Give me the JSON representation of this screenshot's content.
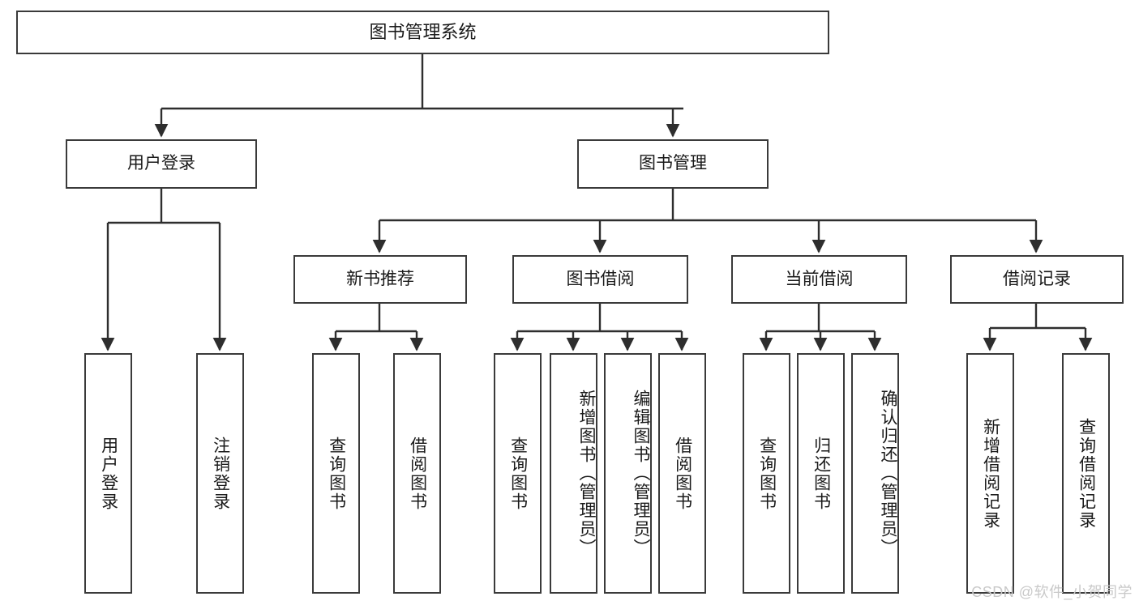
{
  "diagram": {
    "title": "图书管理系统",
    "watermark": "CSDN @软件_小贺同学",
    "colors": {
      "box_border": "#3a3a3a",
      "edge": "#2e2e2e",
      "background": "#ffffff",
      "text": "#1a1a1a",
      "watermark": "#c9c9c9"
    },
    "nodes": {
      "root": "图书管理系统",
      "l2": {
        "user_login": "用户登录",
        "book_manage": "图书管理"
      },
      "l3": {
        "new_book_rec": "新书推荐",
        "book_borrow": "图书借阅",
        "current_borrow": "当前借阅",
        "borrow_record": "借阅记录"
      },
      "leaves": {
        "user_login_1": "用户登录",
        "user_login_2": "注销登录",
        "new_book_rec_1": "查询图书",
        "new_book_rec_2": "借阅图书",
        "book_borrow_1": "查询图书",
        "book_borrow_2": "新增图书（管理员）",
        "book_borrow_3": "编辑图书（管理员）",
        "book_borrow_4": "借阅图书",
        "current_borrow_1": "查询图书",
        "current_borrow_2": "归还图书",
        "current_borrow_3": "确认归还（管理员）",
        "borrow_record_1": "新增借阅记录",
        "borrow_record_2": "查询借阅记录"
      }
    }
  }
}
